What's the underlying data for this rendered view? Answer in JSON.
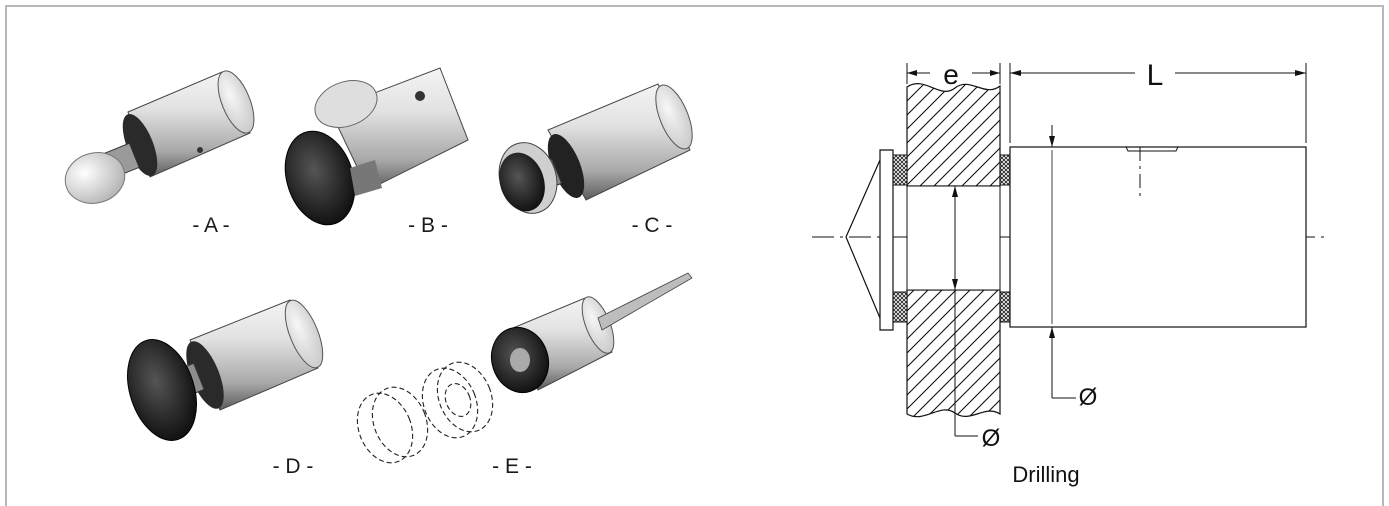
{
  "products": [
    {
      "label": "- A -"
    },
    {
      "label": "- B -"
    },
    {
      "label": "- C -"
    },
    {
      "label": "- D -"
    },
    {
      "label": "- E -"
    }
  ],
  "drawing": {
    "dim_e": "e",
    "dim_L": "L",
    "diameter_outer": "Ø",
    "diameter_drilling": "Ø",
    "drilling_label": "Drilling"
  }
}
